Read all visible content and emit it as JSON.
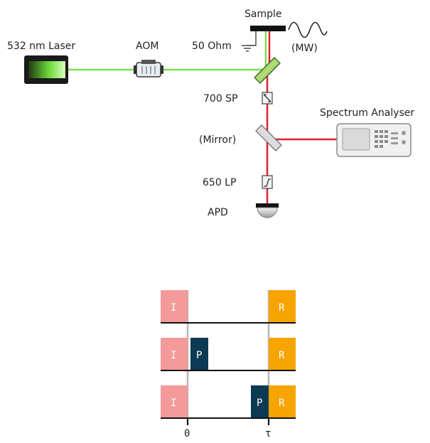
{
  "setup": {
    "labels": {
      "laser": "532 nm Laser",
      "aom": "AOM",
      "sample": "Sample",
      "ground": "50 Ohm",
      "mw": "(MW)",
      "shortpass": "700 SP",
      "mirror": "(Mirror)",
      "analyser": "Spectrum Analyser",
      "longpass": "650 LP",
      "apd": "APD"
    },
    "colors": {
      "green_beam": "#7ee04a",
      "red_beam": "#e0202e",
      "laser_body": "#1a1a1a",
      "laser_glow": "#6dd83a"
    }
  },
  "sequence": {
    "rows": [
      {
        "pulses": [
          {
            "label": "I",
            "kind": "init"
          },
          {
            "label": "R",
            "kind": "readout"
          }
        ]
      },
      {
        "pulses": [
          {
            "label": "I",
            "kind": "init"
          },
          {
            "label": "P",
            "kind": "pi"
          },
          {
            "label": "R",
            "kind": "readout"
          }
        ]
      },
      {
        "pulses": [
          {
            "label": "I",
            "kind": "init"
          },
          {
            "label": "P",
            "kind": "pi"
          },
          {
            "label": "R",
            "kind": "readout"
          }
        ]
      }
    ],
    "axis": {
      "start_label": "0",
      "tau_label": "τ"
    },
    "colors": {
      "init": "#f59a9a",
      "pi": "#0c3a52",
      "readout": "#f7a300",
      "marker": "#b8b8b8"
    }
  }
}
